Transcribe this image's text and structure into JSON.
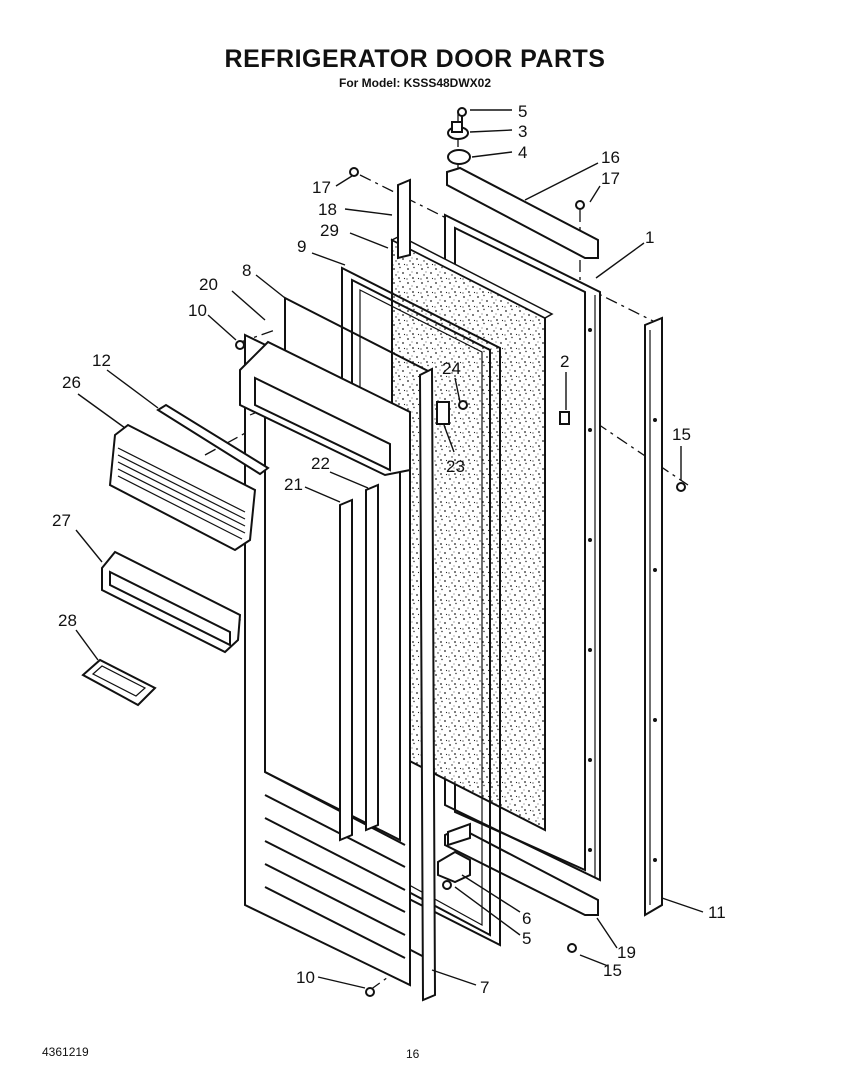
{
  "header": {
    "title": "REFRIGERATOR DOOR PARTS",
    "model_line": "For Model: KSSS48DWX02"
  },
  "footer": {
    "doc_number": "4361219",
    "page_number": "16"
  },
  "callouts": [
    {
      "id": "c-5a",
      "text": "5"
    },
    {
      "id": "c-3",
      "text": "3"
    },
    {
      "id": "c-4",
      "text": "4"
    },
    {
      "id": "c-16",
      "text": "16"
    },
    {
      "id": "c-17a",
      "text": "17"
    },
    {
      "id": "c-17b",
      "text": "17"
    },
    {
      "id": "c-18",
      "text": "18"
    },
    {
      "id": "c-29",
      "text": "29"
    },
    {
      "id": "c-1",
      "text": "1"
    },
    {
      "id": "c-9",
      "text": "9"
    },
    {
      "id": "c-8",
      "text": "8"
    },
    {
      "id": "c-20",
      "text": "20"
    },
    {
      "id": "c-10a",
      "text": "10"
    },
    {
      "id": "c-12",
      "text": "12"
    },
    {
      "id": "c-26",
      "text": "26"
    },
    {
      "id": "c-24",
      "text": "24"
    },
    {
      "id": "c-2",
      "text": "2"
    },
    {
      "id": "c-15a",
      "text": "15"
    },
    {
      "id": "c-23",
      "text": "23"
    },
    {
      "id": "c-22",
      "text": "22"
    },
    {
      "id": "c-21",
      "text": "21"
    },
    {
      "id": "c-27",
      "text": "27"
    },
    {
      "id": "c-28",
      "text": "28"
    },
    {
      "id": "c-6",
      "text": "6"
    },
    {
      "id": "c-5b",
      "text": "5"
    },
    {
      "id": "c-11",
      "text": "11"
    },
    {
      "id": "c-19",
      "text": "19"
    },
    {
      "id": "c-15b",
      "text": "15"
    },
    {
      "id": "c-10b",
      "text": "10"
    },
    {
      "id": "c-7",
      "text": "7"
    }
  ]
}
